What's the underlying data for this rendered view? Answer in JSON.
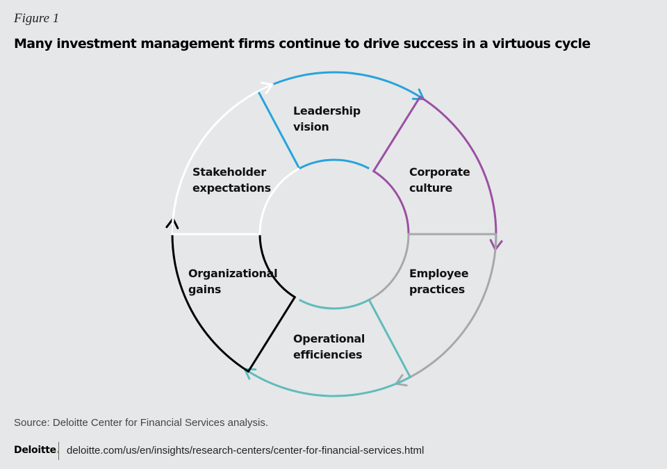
{
  "figure_label": "Figure 1",
  "title": "Many investment management firms continue to drive success in a virtuous cycle",
  "diagram": {
    "stages": [
      {
        "lines": [
          "Leadership",
          "vision"
        ],
        "color": "#26a3dd"
      },
      {
        "lines": [
          "Corporate",
          "culture"
        ],
        "color": "#9b4fa3"
      },
      {
        "lines": [
          "Employee",
          "practices"
        ],
        "color": "#a7a8aa"
      },
      {
        "lines": [
          "Operational",
          "efficiencies"
        ],
        "color": "#5fbcbc"
      },
      {
        "lines": [
          "Organizational",
          "gains"
        ],
        "color": "#000000"
      },
      {
        "lines": [
          "Stakeholder",
          "expectations"
        ],
        "color": "#ffffff"
      }
    ]
  },
  "source": "Source: Deloitte Center for Financial Services analysis.",
  "footer": {
    "logo_text": "Deloitte",
    "logo_dot": ".",
    "url": "deloitte.com/us/en/insights/research-centers/center-for-financial-services.html"
  }
}
